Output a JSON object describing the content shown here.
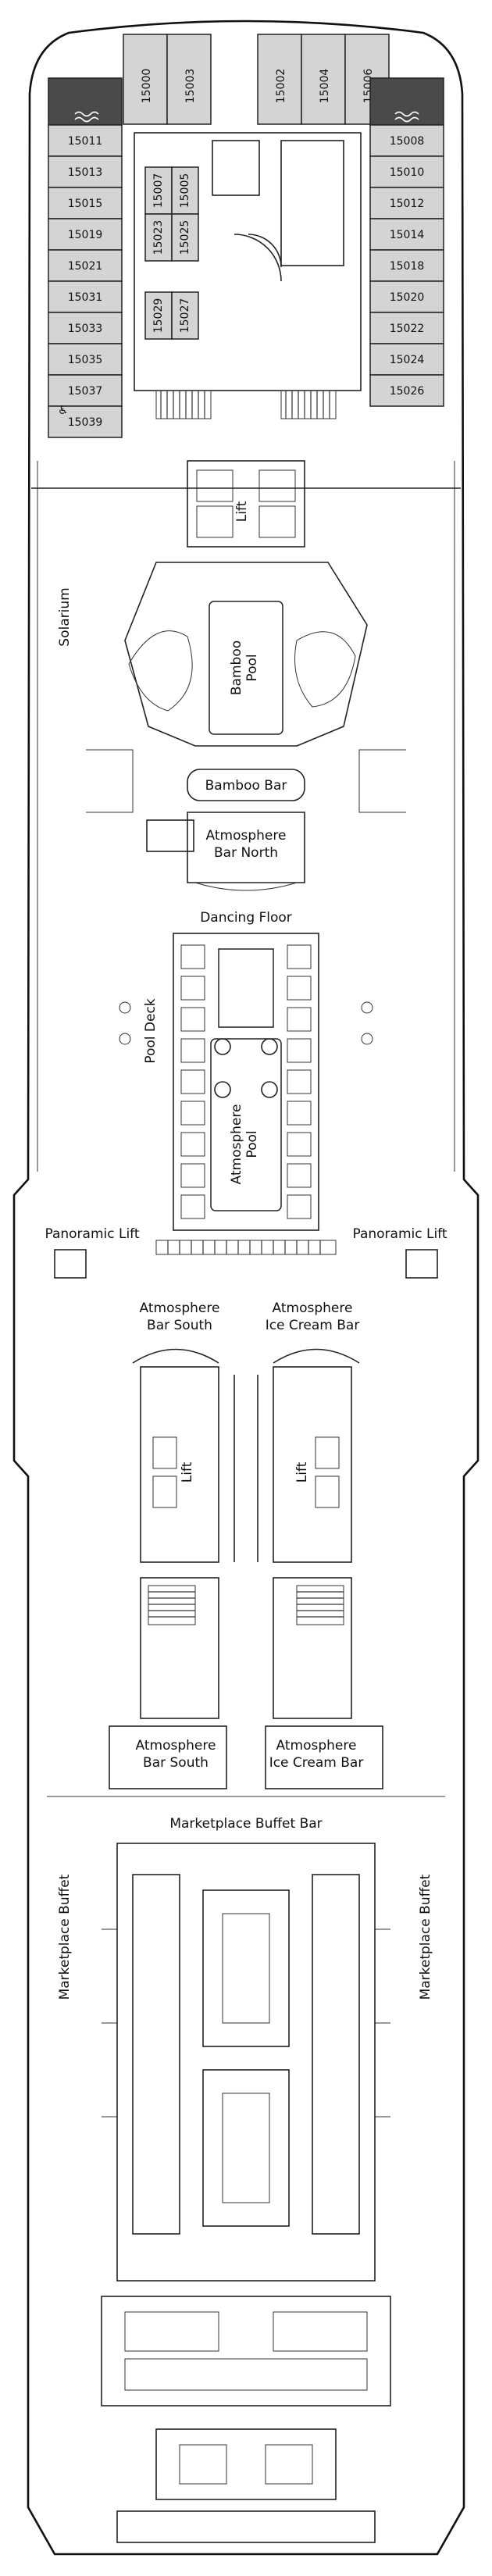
{
  "deck": {
    "cabins_top": [
      "15000",
      "15003",
      "15002",
      "15004",
      "15006"
    ],
    "cabins_left": [
      "15011",
      "15013",
      "15015",
      "15019",
      "15021",
      "15031",
      "15033",
      "15035",
      "15037",
      "15039"
    ],
    "cabins_right": [
      "15008",
      "15010",
      "15012",
      "15014",
      "15018",
      "15020",
      "15022",
      "15024",
      "15026"
    ],
    "cabins_center": [
      "15007",
      "15005",
      "15023",
      "15025",
      "15029",
      "15027"
    ],
    "labels": {
      "lift_1": "Lift",
      "solarium": "Solarium",
      "bamboo_pool_1": "Bamboo",
      "bamboo_pool_2": "Pool",
      "bamboo_bar": "Bamboo Bar",
      "atmosphere_bar_north_1": "Atmosphere",
      "atmosphere_bar_north_2": "Bar North",
      "dancing_floor": "Dancing Floor",
      "pool_deck": "Pool Deck",
      "atmosphere_pool_1": "Atmosphere",
      "atmosphere_pool_2": "Pool",
      "panoramic_lift_left": "Panoramic Lift",
      "panoramic_lift_right": "Panoramic Lift",
      "atmosphere_bar_south_1": "Atmosphere",
      "atmosphere_bar_south_2": "Bar South",
      "atmosphere_ice_cream_1": "Atmosphere",
      "atmosphere_ice_cream_2": "Ice Cream Bar",
      "lift_left": "Lift",
      "lift_right": "Lift",
      "atmosphere_bar_south_lower_1": "Atmosphere",
      "atmosphere_bar_south_lower_2": "Bar South",
      "atmosphere_ice_cream_lower_1": "Atmosphere",
      "atmosphere_ice_cream_lower_2": "Ice Cream Bar",
      "marketplace_buffet_bar": "Marketplace Buffet Bar",
      "marketplace_buffet_left": "Marketplace Buffet",
      "marketplace_buffet_right": "Marketplace Buffet"
    }
  },
  "colors": {
    "cabin": "#d4d4d4",
    "cabin_dark": "#4a4a4a",
    "line": "#222222"
  }
}
